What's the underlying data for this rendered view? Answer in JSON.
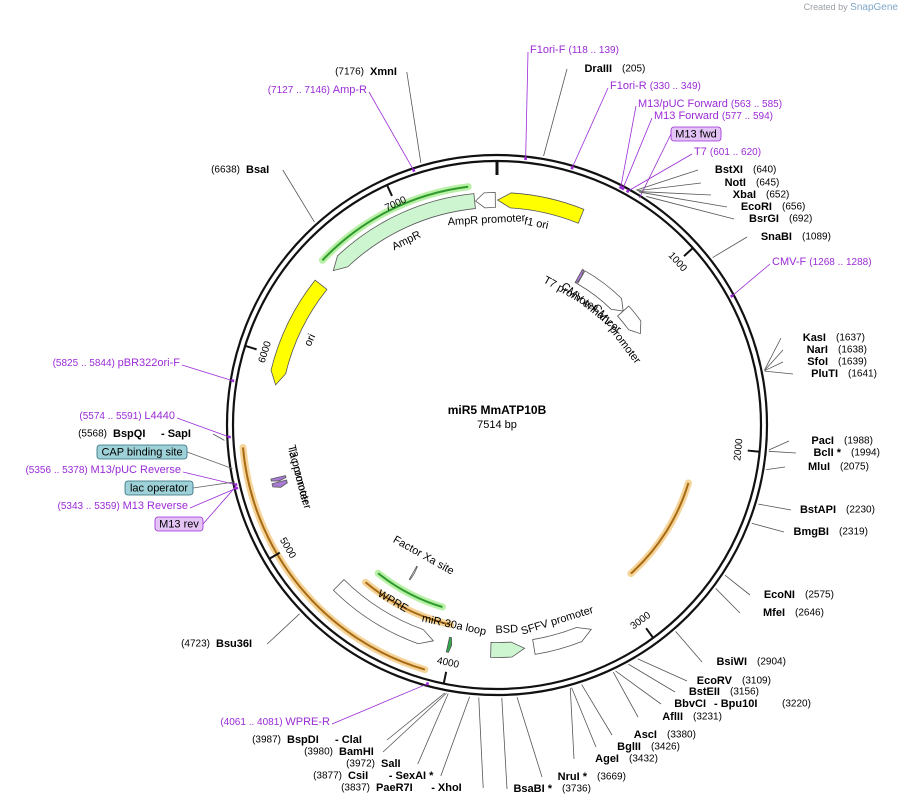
{
  "credit": {
    "prefix": "Created by",
    "brand": "SnapGene"
  },
  "plasmid": {
    "name": "miR5 MmATP10B",
    "length_label": "7514 bp",
    "length": 7514
  },
  "ticks": [
    "1000",
    "2000",
    "3000",
    "4000",
    "5000",
    "6000",
    "7000"
  ],
  "features": [
    {
      "name": "f1 ori",
      "start": 3,
      "end": 458,
      "dir": "ccw",
      "color": "#ffff00",
      "track": 0
    },
    {
      "name": "AmpR promoter",
      "start": 7400,
      "end": 7505,
      "dir": "ccw",
      "color": "#ffffff",
      "track": 0
    },
    {
      "name": "AmpR",
      "start": 6540,
      "end": 7395,
      "dir": "ccw",
      "color": "#ccf5d0",
      "track": 0
    },
    {
      "name": "ori",
      "start": 5850,
      "end": 6440,
      "dir": "ccw",
      "color": "#ffff00",
      "track": 0
    },
    {
      "name": "T7 promoter",
      "start": 600,
      "end": 620,
      "dir": "cw",
      "color": "#a87ad6",
      "track": 1
    },
    {
      "name": "CMV enhancer",
      "start": 620,
      "end": 1000,
      "dir": "cw",
      "color": "#ffffff",
      "track": 1
    },
    {
      "name": "CMV promoter",
      "start": 1000,
      "end": 1200,
      "dir": "cw",
      "color": "#ffffff",
      "track": 1
    },
    {
      "name": "lac promoter",
      "start": 5300,
      "end": 5330,
      "dir": "ccw",
      "color": "#a87ad6",
      "track": 0
    },
    {
      "name": "T3 promoter",
      "start": 5335,
      "end": 5355,
      "dir": "ccw",
      "color": "#a87ad6",
      "track": 0
    },
    {
      "name": "SFFV promoter",
      "start": 3240,
      "end": 3560,
      "dir": "ccw",
      "color": "#ffffff",
      "track": 0
    },
    {
      "name": "BSD",
      "start": 3610,
      "end": 3790,
      "dir": "ccw",
      "color": "#ccf5d0",
      "track": 0
    },
    {
      "name": "miR-30a loop",
      "start": 4000,
      "end": 4020,
      "dir": "ccw",
      "color": "#2ea84a",
      "track": 0
    },
    {
      "name": "WPRE",
      "start": 4100,
      "end": 4690,
      "dir": "ccw",
      "color": "#ffffff",
      "track": 0
    },
    {
      "name": "Factor Xa site",
      "start": 4365,
      "end": 4375,
      "dir": "ccw",
      "color": "#ffffff",
      "track": 1
    }
  ],
  "orf_arcs": [
    {
      "start": 6540,
      "end": 7370,
      "dir": "ccw",
      "color": "#2e9a2e"
    },
    {
      "start": 2230,
      "end": 2880,
      "dir": "cw",
      "color": "#a86a12"
    },
    {
      "start": 4105,
      "end": 4565,
      "dir": "ccw",
      "color": "#2e9a2e"
    },
    {
      "start": 4030,
      "end": 4590,
      "dir": "ccw",
      "color": "#a86a12"
    },
    {
      "start": 4100,
      "end": 5530,
      "dir": "cw",
      "color": "#a86a12"
    }
  ],
  "primers": [
    {
      "name": "F1ori-F",
      "range": "(118 .. 139)",
      "bp": 128
    },
    {
      "name": "F1ori-R",
      "range": "(330 .. 349)",
      "bp": 340
    },
    {
      "name": "M13/pUC Forward",
      "range": "(563 .. 585)",
      "bp": 574
    },
    {
      "name": "M13 Forward",
      "range": "(577 .. 594)",
      "bp": 585
    },
    {
      "name": "T7",
      "range": "(601 .. 620)",
      "bp": 610
    },
    {
      "name": "CMV-F",
      "range": "(1268 .. 1288)",
      "bp": 1278
    },
    {
      "name": "WPRE-R",
      "range": "(4061 .. 4081)",
      "bp": 4071
    },
    {
      "name": "M13 Reverse",
      "range": "(5343 .. 5359)",
      "bp": 5351
    },
    {
      "name": "M13/pUC Reverse",
      "range": "(5356 .. 5378)",
      "bp": 5367
    },
    {
      "name": "L4440",
      "range": "(5574 .. 5591)",
      "bp": 5582
    },
    {
      "name": "pBR322ori-F",
      "range": "(5825 .. 5844)",
      "bp": 5834
    },
    {
      "name": "Amp-R",
      "range": "(7127 .. 7146)",
      "bp": 7136
    }
  ],
  "boxed": [
    {
      "name": "M13 fwd",
      "kind": "primer-box"
    },
    {
      "name": "CAP binding site",
      "kind": "blue-box"
    },
    {
      "name": "lac operator",
      "kind": "blue-box"
    },
    {
      "name": "M13 rev",
      "kind": "primer-box"
    }
  ],
  "sites_right": [
    {
      "name": "DraIII",
      "pos": "(205)",
      "bp": 205
    },
    {
      "name": "BstXI",
      "pos": "(640)",
      "bp": 640
    },
    {
      "name": "NotI",
      "pos": "(645)",
      "bp": 645
    },
    {
      "name": "XbaI",
      "pos": "(652)",
      "bp": 652
    },
    {
      "name": "EcoRI",
      "pos": "(656)",
      "bp": 656
    },
    {
      "name": "BsrGI",
      "pos": "(692)",
      "bp": 692
    },
    {
      "name": "SnaBI",
      "pos": "(1089)",
      "bp": 1089
    },
    {
      "name": "KasI",
      "pos": "(1637)",
      "bp": 1637
    },
    {
      "name": "NarI",
      "pos": "(1638)",
      "bp": 1638
    },
    {
      "name": "SfoI",
      "pos": "(1639)",
      "bp": 1639
    },
    {
      "name": "PluTI",
      "pos": "(1641)",
      "bp": 1641
    },
    {
      "name": "PacI",
      "pos": "(1988)",
      "bp": 1988
    },
    {
      "name": "BclI *",
      "pos": "(1994)",
      "bp": 1994
    },
    {
      "name": "MluI",
      "pos": "(2075)",
      "bp": 2075
    },
    {
      "name": "BstAPI",
      "pos": "(2230)",
      "bp": 2230
    },
    {
      "name": "BmgBI",
      "pos": "(2319)",
      "bp": 2319
    },
    {
      "name": "EcoNI",
      "pos": "(2575)",
      "bp": 2575
    },
    {
      "name": "MfeI",
      "pos": "(2646)",
      "bp": 2646
    },
    {
      "name": "BsiWI",
      "pos": "(2904)",
      "bp": 2904
    },
    {
      "name": "EcoRV",
      "pos": "(3109)",
      "bp": 3109
    },
    {
      "name": "BstEII",
      "pos": "(3156)",
      "bp": 3156
    },
    {
      "name": "BbvCI",
      "pos": "(3220)",
      "bp": 3220,
      "alt": "Bpu10I"
    },
    {
      "name": "AflII",
      "pos": "(3231)",
      "bp": 3231
    },
    {
      "name": "AscI",
      "pos": "(3380)",
      "bp": 3380
    },
    {
      "name": "BglII",
      "pos": "(3426)",
      "bp": 3426
    },
    {
      "name": "AgeI",
      "pos": "(3432)",
      "bp": 3432
    },
    {
      "name": "NruI *",
      "pos": "(3669)",
      "bp": 3669
    },
    {
      "name": "BsaBI *",
      "pos": "(3736)",
      "bp": 3736
    }
  ],
  "sites_left": [
    {
      "name": "XmnI",
      "pos": "(7176)",
      "bp": 7176
    },
    {
      "name": "BsaI",
      "pos": "(6638)",
      "bp": 6638
    },
    {
      "name": "BspQI",
      "pos": "(5568)",
      "bp": 5568,
      "alt": "SapI"
    },
    {
      "name": "Bsu36I",
      "pos": "(4723)",
      "bp": 4723
    },
    {
      "name": "BspDI",
      "pos": "(3987)",
      "bp": 3987,
      "alt": "ClaI"
    },
    {
      "name": "BamHI",
      "pos": "(3980)",
      "bp": 3980
    },
    {
      "name": "SalI",
      "pos": "(3972)",
      "bp": 3972
    },
    {
      "name": "CsiI",
      "pos": "(3877)",
      "bp": 3877,
      "alt": "SexAI *"
    },
    {
      "name": "PaeR7I",
      "pos": "(3837)",
      "bp": 3837,
      "alt": "XhoI"
    }
  ]
}
